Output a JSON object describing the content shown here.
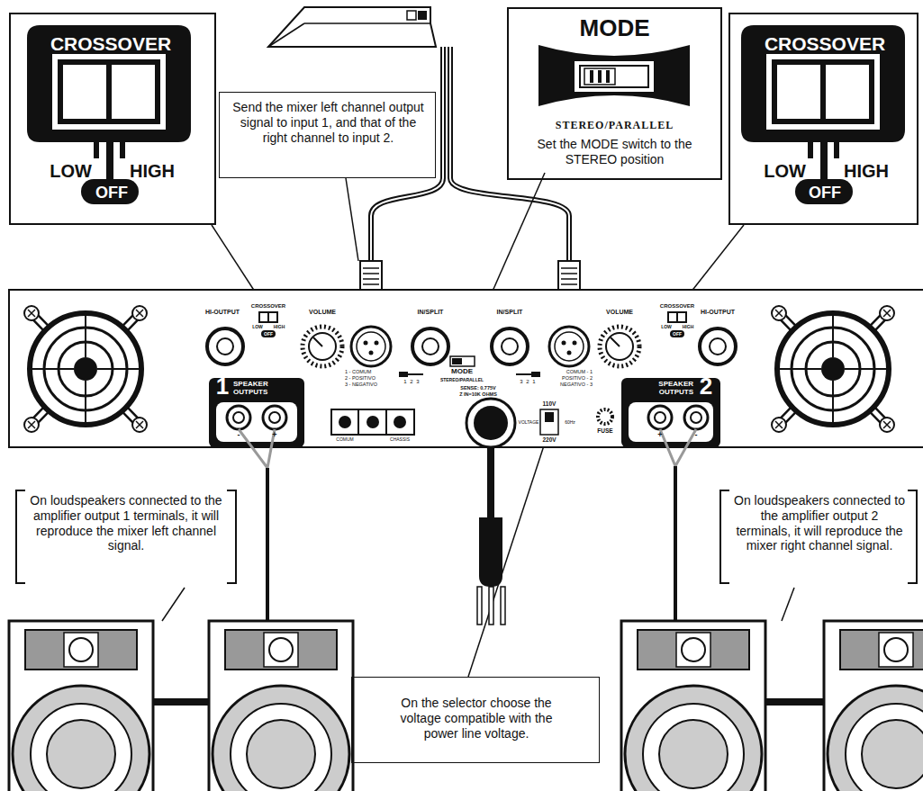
{
  "diagram": {
    "nodes": [
      {
        "text": [
          "CROSSOVER",
          "LOW",
          "HIGH",
          "OFF"
        ]
      },
      {
        "text": [
          "Send the mixer left channel output signal to input 1, and that of the right channel to input 2."
        ]
      },
      {
        "text": [
          "MODE",
          "STEREO/PARALLEL",
          "Set the MODE switch to the STEREO position"
        ]
      },
      {
        "text": [
          "CROSSOVER",
          "LOW",
          "HIGH",
          "OFF"
        ]
      },
      {
        "text": [
          "1",
          "SPEAKER OUTPUTS"
        ]
      },
      {
        "text": [
          "SPEAKER OUTPUTS",
          "2"
        ]
      },
      {
        "text": [
          "On loudspeakers connected to the amplifier output 1 terminals, it will reproduce the mixer left channel signal."
        ]
      },
      {
        "text": [
          "On loudspeakers connected to the amplifier output 2 terminals, it will reproduce the mixer right channel signal."
        ]
      },
      {
        "text": [
          "On the selector choose the voltage compatible with the power line voltage."
        ]
      }
    ],
    "labels": [
      "HI-OUTPUT",
      "CROSSOVER",
      "LOW",
      "HIGH",
      "OFF",
      "VOLUME",
      "IN/SPLIT",
      "1 - COMUM",
      "2 - POSITIVO",
      "3 - NEGATIVO",
      "1",
      "2",
      "3",
      "MODE",
      "STEREO/PARALLEL",
      "IN/SPLIT",
      "3",
      "2",
      "1",
      "COMUM - 1",
      "POSITIVO - 2",
      "NEGATIVO - 3",
      "VOLUME",
      "CROSSOVER",
      "LOW",
      "HIGH",
      "OFF",
      "HI-OUTPUT",
      "SENSE: 0.775V",
      "Z IN=10K OHMS",
      "VOLTAGE",
      "110V",
      "220V",
      "60Hz",
      "FUSE",
      "COMUM",
      "CHASSIS",
      "-",
      "+",
      "+",
      "-"
    ]
  }
}
